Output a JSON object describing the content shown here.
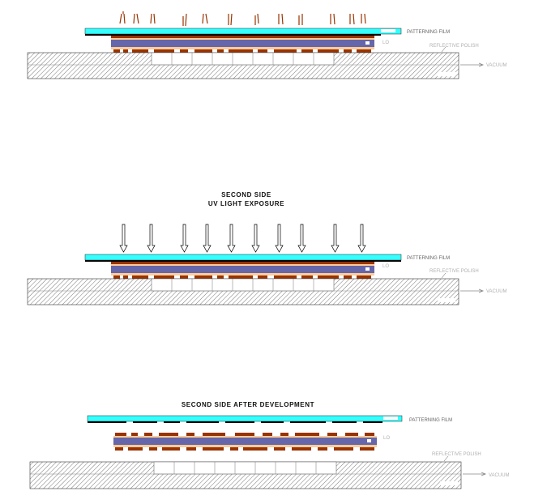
{
  "panels": [
    {
      "id": "first",
      "title_lines": [],
      "labels": {
        "film": "PATTERNING FILM",
        "side": "LO",
        "polish": "REFLECTIVE POLISH",
        "vacuum": "VACUUM"
      }
    },
    {
      "id": "second-exposure",
      "title_lines": [
        "SECOND SIDE",
        "UV LIGHT EXPOSURE"
      ],
      "labels": {
        "film": "PATTERNING FILM",
        "side": "LO",
        "polish": "REFLECTIVE POLISH",
        "vacuum": "VACUUM"
      }
    },
    {
      "id": "second-development",
      "title_lines": [
        "SECOND SIDE AFTER DEVELOPMENT"
      ],
      "labels": {
        "film": "PATTERNING FILM",
        "side": "LO",
        "polish": "REFLECTIVE POLISH",
        "vacuum": "VACUUM"
      }
    }
  ],
  "colors": {
    "film": "#33ffff",
    "copper": "#993300",
    "core": "#6666aa",
    "resist": "#ffcc99",
    "hatch": "#555555"
  },
  "icons": [
    "arrow-down-icon",
    "vacuum-arrow-icon"
  ]
}
